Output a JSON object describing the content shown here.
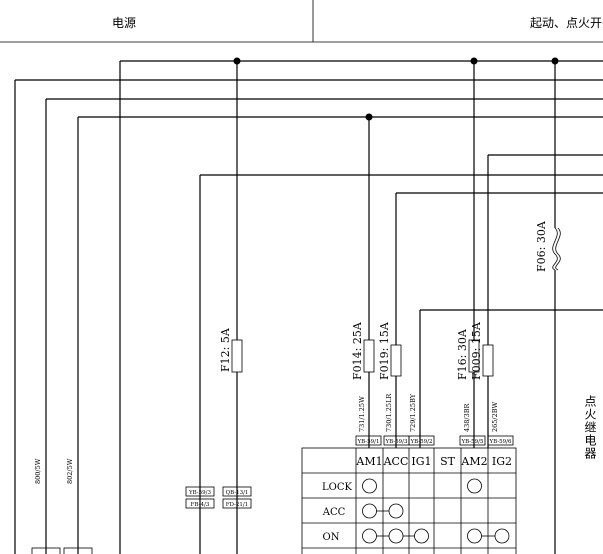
{
  "header": {
    "left_title": "电源",
    "right_title": "起动、点火开关"
  },
  "fuses": {
    "f12": "F12: 5A",
    "f014": "F014: 25A",
    "f019": "F019: 15A",
    "f16": "F16: 30A",
    "f009": "F009: 15A",
    "f06": "F06: 30A"
  },
  "wires": {
    "w1": "731/1.25W",
    "w2": "730/1.25LR",
    "w3": "729/1.25BY",
    "w4": "438/3BR",
    "w5": "265/2BW",
    "left1": "800/5W",
    "left2": "802/5W"
  },
  "connectors": {
    "yb3": "YB-59/3",
    "fb4": "FB-4/3",
    "qb13": "QB-13/1",
    "fd21": "FD-21/1",
    "p1": "YB-59/1",
    "p2": "YB-59/3",
    "p3": "YB-59/2",
    "p4": "YB-59/5",
    "p5": "YB-59/6"
  },
  "relay_label": "点火继电器",
  "switch_table": {
    "columns": [
      "AM1",
      "ACC",
      "IG1",
      "ST",
      "AM2",
      "IG2"
    ],
    "rows": [
      "LOCK",
      "ACC",
      "ON"
    ]
  }
}
